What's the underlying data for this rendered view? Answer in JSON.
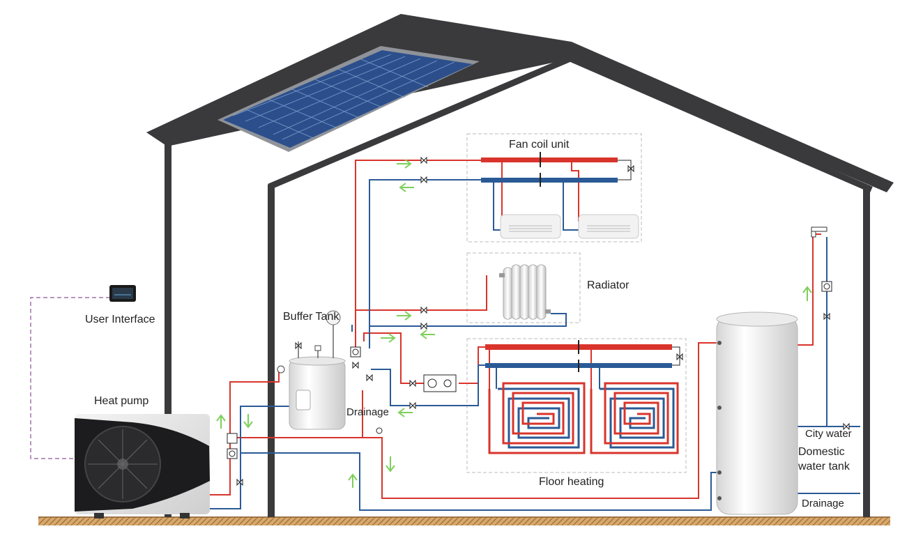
{
  "labels": {
    "fan_coil_unit": "Fan coil unit",
    "radiator": "Radiator",
    "user_interface": "User Interface",
    "buffer_tank": "Buffer Tank",
    "heat_pump": "Heat pump",
    "drainage_buffer": "Drainage",
    "floor_heating": "Floor heating",
    "city_water": "City water",
    "domestic_water_tank_line1": "Domestic",
    "domestic_water_tank_line2": "water tank",
    "drainage_domestic": "Drainage"
  },
  "colors": {
    "roof": "#3a3a3c",
    "wall": "#3a3a3c",
    "hot_pipe": "#d9342b",
    "cold_pipe": "#2a5a96",
    "flow_arrow": "#7dcf5a",
    "solar_panel": "#2c4f8c",
    "ground": "#c8955a",
    "control_line": "#a070a8",
    "dashed_box": "#bbbbbb"
  },
  "icons": {
    "user_interface": "thermostat-icon",
    "heat_pump": "heat-pump-icon",
    "solar": "solar-panel-icon",
    "valve": "valve-icon",
    "pump": "pump-icon",
    "faucet": "faucet-icon"
  }
}
